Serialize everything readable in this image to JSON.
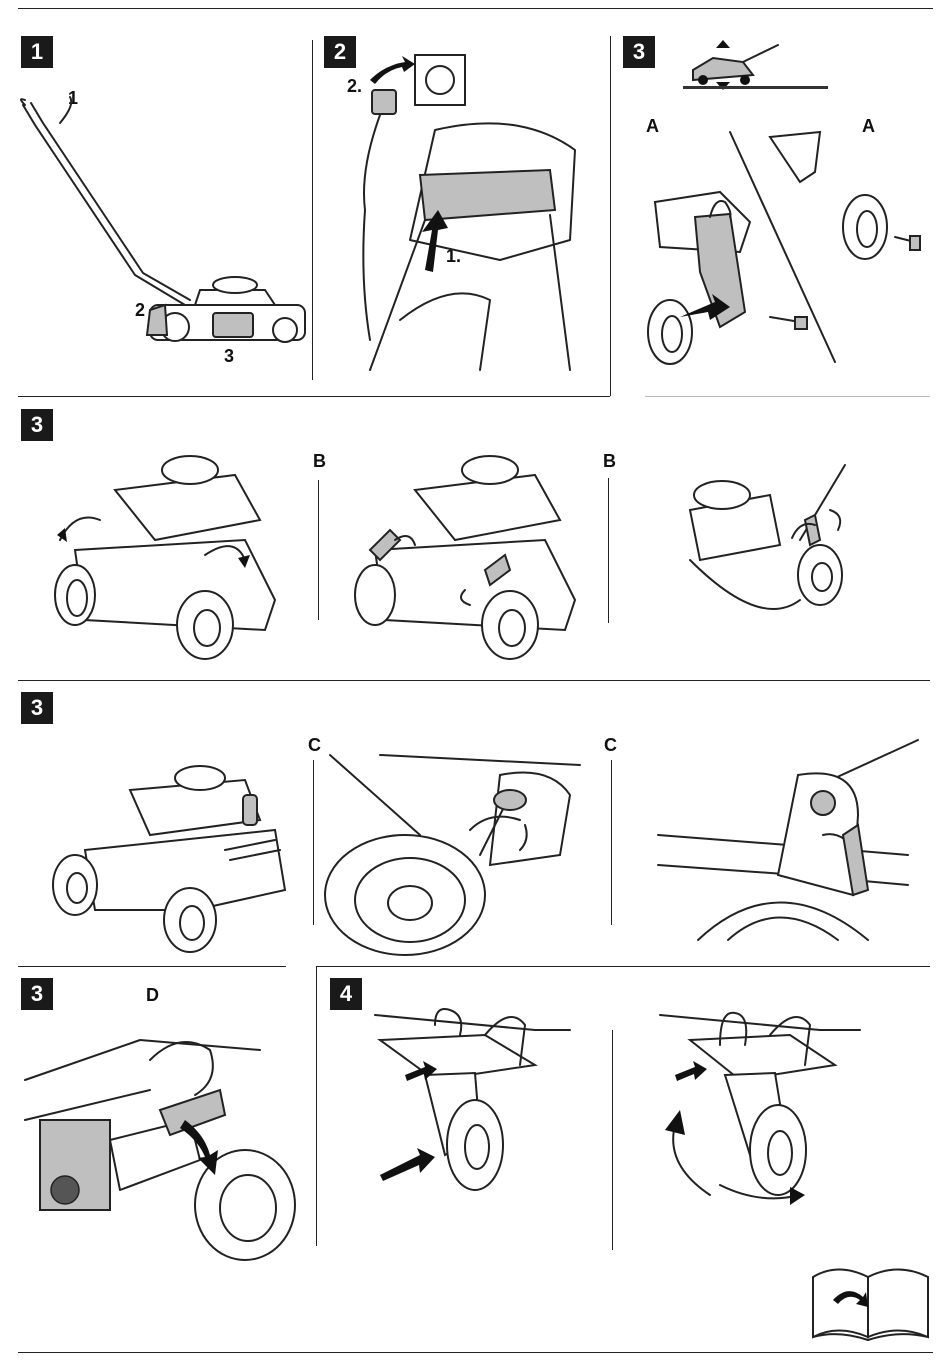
{
  "panels": {
    "p1": {
      "badge": "1",
      "callouts": [
        "1",
        "2",
        "3"
      ]
    },
    "p2": {
      "badge": "2",
      "callouts": [
        "2.",
        "1."
      ]
    },
    "p3a": {
      "badge": "3",
      "labels": [
        "A",
        "A"
      ]
    },
    "p3b": {
      "badge": "3",
      "labels": [
        "B",
        "B"
      ]
    },
    "p3c": {
      "badge": "3",
      "labels": [
        "C",
        "C"
      ]
    },
    "p3d": {
      "badge": "3",
      "labels": [
        "D"
      ]
    },
    "p4": {
      "badge": "4"
    }
  },
  "icons": [
    "lawnmower-height-icon",
    "read-manual-icon"
  ]
}
